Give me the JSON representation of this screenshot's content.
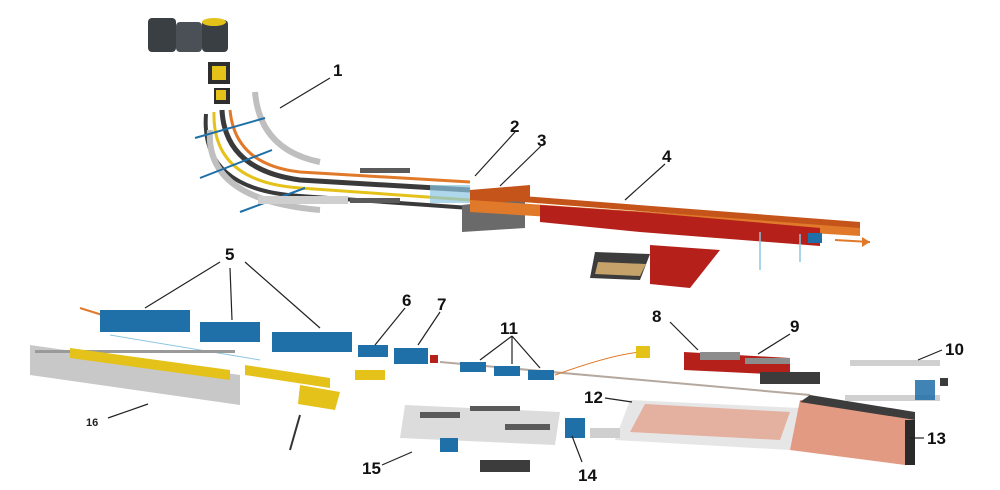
{
  "labels": [
    "1",
    "2",
    "3",
    "4",
    "5",
    "6",
    "7",
    "8",
    "9",
    "10",
    "11",
    "12",
    "13",
    "14",
    "15",
    "16"
  ],
  "colors": {
    "orange": "#e07a2a",
    "dark_orange": "#c4541a",
    "red": "#b5201a",
    "blue": "#1f6fa8",
    "light_blue": "#8cc6e2",
    "yellow": "#e4c21a",
    "gray": "#8c8c8c",
    "dark_gray": "#3c3c3c",
    "salmon": "#e39a82"
  }
}
